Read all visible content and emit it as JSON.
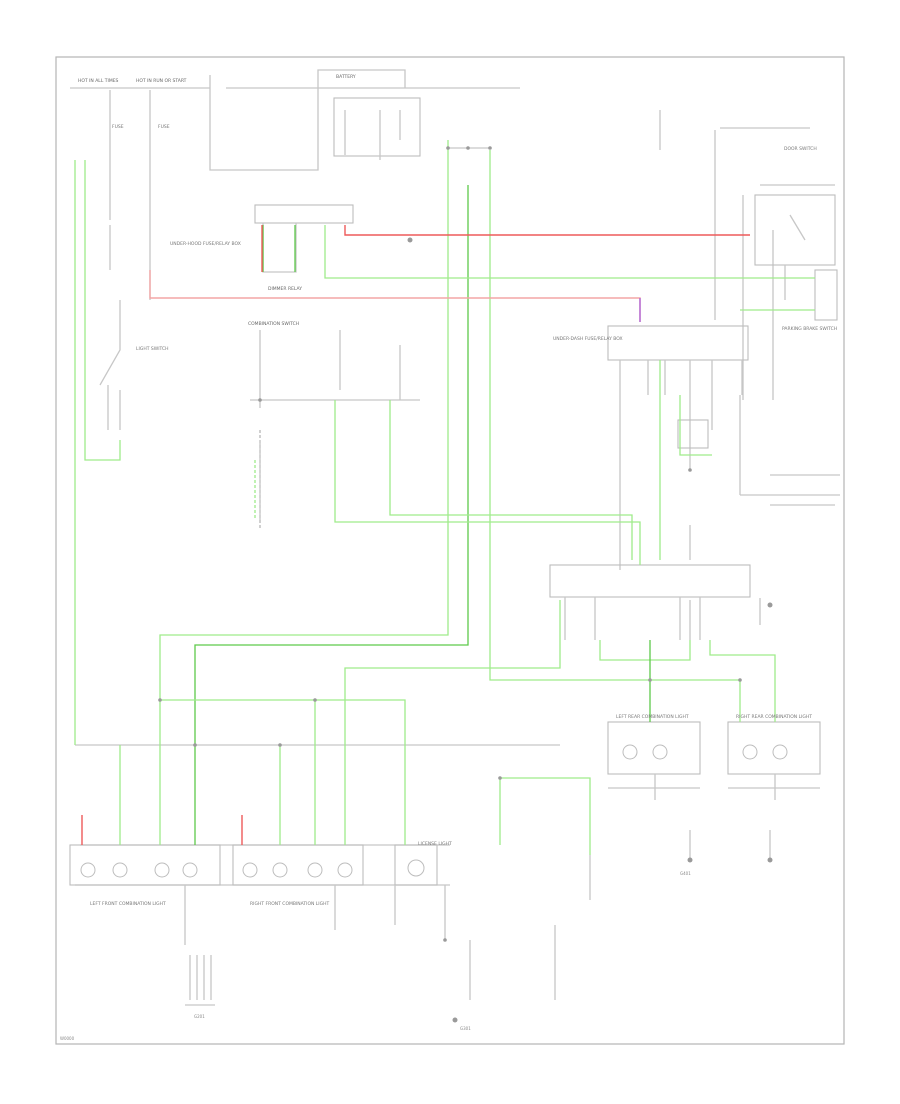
{
  "diagram": {
    "colors": {
      "green": "#9fec8a",
      "green_dark": "#5ec94a",
      "red": "#ee5a5a",
      "red_light": "#f3a5a5",
      "purple": "#b066d6",
      "wire_gray": "#c7c7c7",
      "frame": "#b5b5b5"
    },
    "labels": {
      "tl_hot1": "HOT IN ALL TIMES",
      "tl_hot2": "HOT IN RUN OR START",
      "fuse_a": "FUSE",
      "fuse_b": "FUSE",
      "battery": "BATTERY",
      "relay_box": "UNDER-HOOD FUSE/RELAY BOX",
      "light_sw": "LIGHT SWITCH",
      "dimmer_relay": "DIMMER RELAY",
      "combo_sw": "COMBINATION SWITCH",
      "underdash_box": "UNDER-DASH FUSE/RELAY BOX",
      "parking_sw": "PARKING BRAKE SWITCH",
      "door_sw": "DOOR SWITCH",
      "left_front": "LEFT FRONT COMBINATION LIGHT",
      "right_front": "RIGHT FRONT COMBINATION LIGHT",
      "left_rear": "LEFT REAR COMBINATION LIGHT",
      "right_rear": "RIGHT REAR COMBINATION LIGHT",
      "license": "LICENSE LIGHT",
      "ground_g1": "G201",
      "ground_g2": "G301",
      "ground_g3": "G401",
      "page_code": "W0000"
    }
  }
}
